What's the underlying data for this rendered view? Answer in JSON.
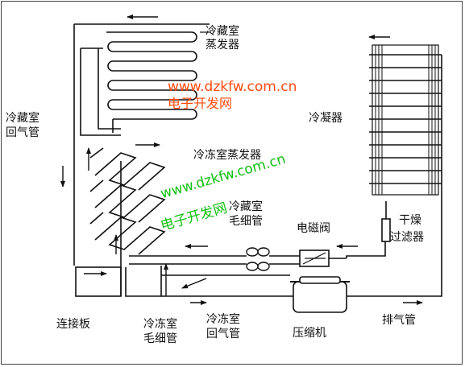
{
  "labels": {
    "fridge_evaporator_l1": "冷藏室",
    "fridge_evaporator_l2": "蒸发器",
    "fridge_return_l1": "冷藏室",
    "fridge_return_l2": "回气管",
    "condenser": "冷凝器",
    "freezer_evaporator": "冷冻室蒸发器",
    "fridge_capillary_l1": "冷藏室",
    "fridge_capillary_l2": "毛细管",
    "solenoid_valve": "电磁阀",
    "dryer_l1": "干燥",
    "dryer_l2": "过滤器",
    "connector_board": "连接板",
    "freezer_capillary_l1": "冷冻室",
    "freezer_capillary_l2": "毛细管",
    "freezer_return_l1": "冷冻室",
    "freezer_return_l2": "回气管",
    "compressor": "压缩机",
    "exhaust_pipe": "排气管"
  },
  "watermark": {
    "url": "www.dzkfw.com.cn",
    "name": "电子开发网",
    "url_color": "#ff4a10",
    "green": "#10c010"
  }
}
